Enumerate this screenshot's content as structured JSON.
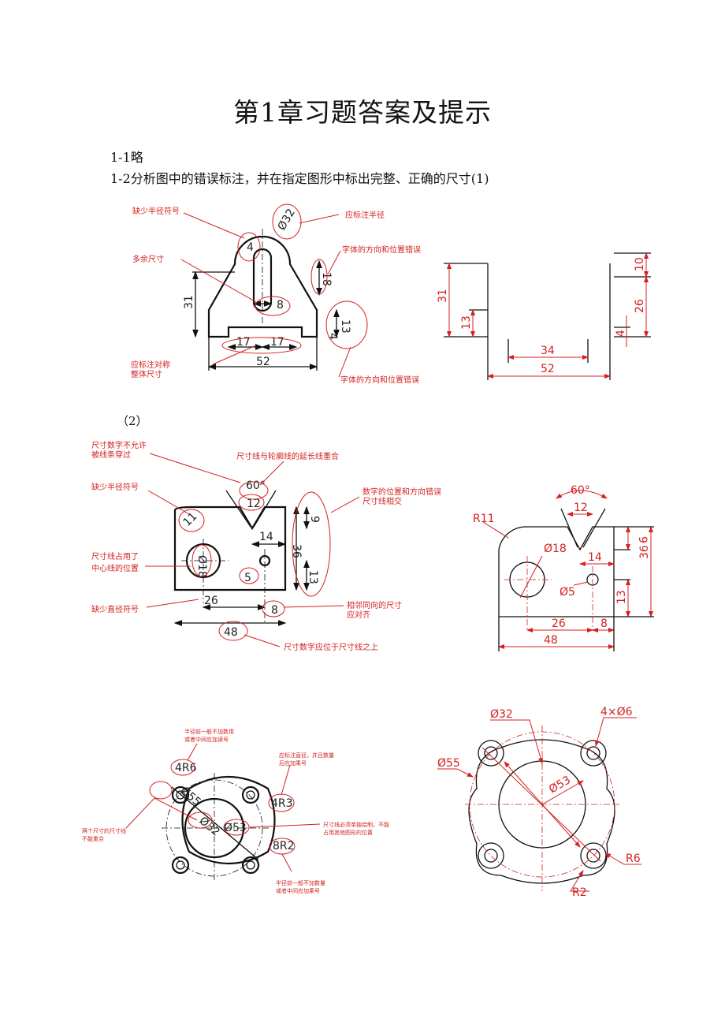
{
  "title": "第1章习题答案及提示",
  "line1": "1-1略",
  "line2": "1-2分析图中的错误标注，并在指定图形中标出完整、正确的尺寸(1)",
  "part2_label": "（2）",
  "fig1": {
    "notes": [
      "缺少半径符号",
      "应标注半径",
      "多余尺寸",
      "字体的方向和位置错误",
      "应标注对称",
      "整体尺寸",
      "字体的方向和位置错误"
    ],
    "dims": [
      "Ø32",
      "4",
      "18",
      "8",
      "31",
      "13",
      "4",
      "17",
      "17",
      "52"
    ],
    "answer_dims": [
      "31",
      "13",
      "34",
      "52",
      "10",
      "26",
      "4"
    ]
  },
  "fig2": {
    "notes": [
      "尺寸数字不允许",
      "被线条穿过",
      "尺寸线与轮廓线的延长线重合",
      "缺少半径符号",
      "数字的位置和方向错误",
      "尺寸线相交",
      "尺寸线占用了",
      "中心线的位置",
      "缺少直径符号",
      "相邻同向的尺寸",
      "应对齐",
      "尺寸数字应位于尺寸线之上"
    ],
    "dims": [
      "60°",
      "12",
      "11",
      "9",
      "14",
      "36",
      "Ø18",
      "5",
      "13",
      "26",
      "8",
      "48"
    ],
    "answer_dims": [
      "60°",
      "12",
      "R11",
      "Ø18",
      "9",
      "14",
      "36",
      "Ø5",
      "13",
      "26",
      "8",
      "48"
    ]
  },
  "fig3": {
    "notes": [
      "半径前一般不加数用",
      "或者中间应加读号",
      "应标注直径，并且数量",
      "后应加乘号",
      "两个尺寸的尺寸线",
      "不能重合",
      "尺寸线必须单独绘制，不能",
      "占用其他图形的位置",
      "半径前一般不加数量",
      "或者中间应加乘号"
    ],
    "dims": [
      "4R6",
      "Ø55",
      "Ø32",
      "Ø53",
      "4R3",
      "8R2"
    ],
    "answer_dims": [
      "Ø32",
      "4×Ø6",
      "Ø55",
      "Ø53",
      "R6",
      "R2"
    ]
  }
}
